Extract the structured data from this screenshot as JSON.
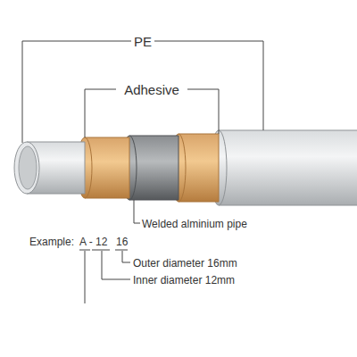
{
  "diagram": {
    "labels": [
      "PE",
      "Adhesive",
      "Welded alminium pipe",
      "Example:",
      "A - 12",
      "16",
      "Outer diameter 16mm",
      "Inner diameter 12mm"
    ]
  }
}
